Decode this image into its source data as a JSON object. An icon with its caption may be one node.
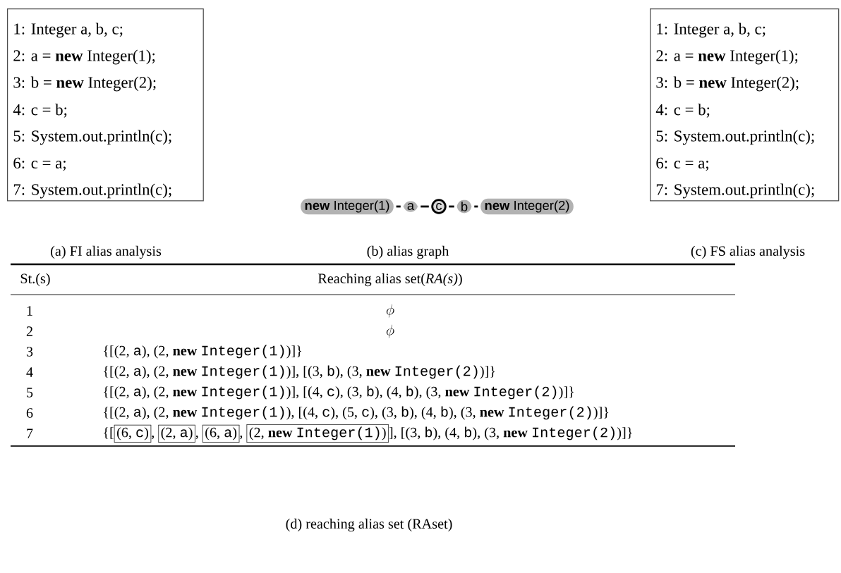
{
  "diagram": {
    "nodes": [
      {
        "text": [
          "1: Integer a, b, c;",
          "2: a = **new** Integer(1);",
          "3: b = **new** Integer(2);",
          "4: c = b;",
          "5: System.out.println(c);",
          "6: c = a;",
          "7: System.out.println(c);"
        ]
      },
      {
        "text": [
          "1: Integer a, b, c;",
          "2: a = **new** Integer(1);",
          "3: b = **new** Integer(2);",
          "4: c = b;",
          "5: System.out.println(c);",
          "6: c = a;",
          "7: System.out.println(c);"
        ]
      },
      {
        "text": [
          "**new** Integer(1)"
        ]
      },
      {
        "text": [
          "a"
        ]
      },
      {
        "text": [
          "c"
        ]
      },
      {
        "text": [
          "b"
        ]
      },
      {
        "text": [
          "**new** Integer(2)"
        ]
      }
    ],
    "edges": [
      {
        "from": 2,
        "to": 3,
        "arrow": "none"
      },
      {
        "from": 3,
        "to": 4,
        "arrow": "none"
      },
      {
        "from": 4,
        "to": 5,
        "arrow": "none"
      },
      {
        "from": 5,
        "to": 6,
        "arrow": "none"
      }
    ],
    "labels": [
      "(a) FI alias analysis",
      "(b) alias graph",
      "(c) FS alias analysis",
      "St.(s)",
      "Reaching alias set(*RA(s)*)",
      "1",
      "\\phi",
      "2",
      "\\phi",
      "3",
      "\\text{\\{[(2, \\texttt{a}), (2, \\textbf{new} \\texttt{Integer(1)})]\\}}",
      "4",
      "\\text{\\{[(2, \\texttt{a}), (2, \\textbf{new} \\texttt{Integer(1)})], [(3, \\texttt{b}), (3, \\textbf{new} \\texttt{Integer(2)})]\\}}",
      "5",
      "\\text{\\{[(2, \\texttt{a}), (2, \\textbf{new} \\texttt{Integer(1)})], [(4, \\texttt{c}), (3, \\texttt{b}), (4, \\texttt{b}), (3, \\textbf{new} \\texttt{Integer(2)})]\\}}",
      "6",
      "\\text{\\{[(2, \\texttt{a}), (2, \\textbf{new} \\texttt{Integer(1)}), [(4, \\texttt{c}), (5, \\texttt{c}), (3, \\texttt{b}), (4, \\texttt{b}), (3, \\textbf{new} \\texttt{Integer(2)})]\\}}",
      "7",
      "\\text{\\{[\\fbox{(6, \\texttt{c})}, \\fbox{(2, \\texttt{a})}, \\fbox{(6, \\texttt{a})}, \\fbox{(2, \\textbf{new} \\texttt{Integer(1)})}], [(3, \\texttt{b}), (4, \\texttt{b}), (3, \\textbf{new} \\texttt{Integer(2)})]\\}}",
      "(d) reaching alias set (RAset)"
    ]
  }
}
